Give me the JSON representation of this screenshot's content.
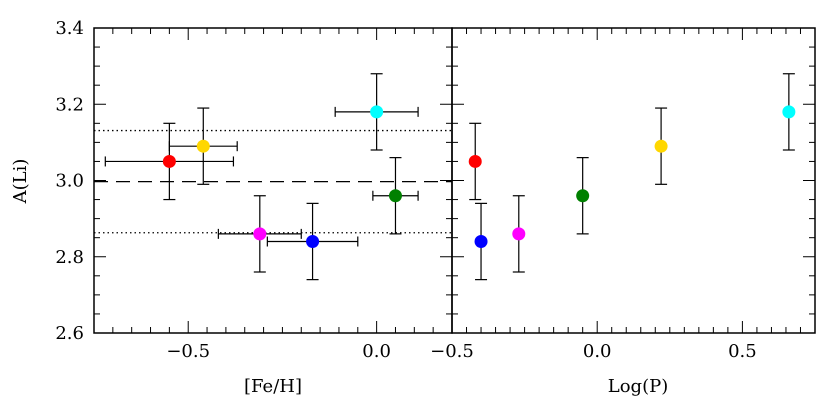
{
  "chart_data": [
    {
      "type": "scatter",
      "xlabel": "[Fe/H]",
      "ylabel": "A(Li)",
      "xlim": [
        -0.75,
        0.2
      ],
      "ylim": [
        2.6,
        3.4
      ],
      "x_ticks": [
        -0.5,
        0.0
      ],
      "x_tick_labels": [
        "−0.5",
        "0.0"
      ],
      "y_ticks": [
        2.6,
        2.8,
        3.0,
        3.2,
        3.4
      ],
      "y_tick_labels": [
        "2.6",
        "2.8",
        "3.0",
        "3.2",
        "3.4"
      ],
      "points": [
        {
          "x": -0.55,
          "y": 3.05,
          "xerr": 0.17,
          "yerr": 0.1,
          "color": "#ff0000"
        },
        {
          "x": -0.46,
          "y": 3.09,
          "xerr": 0.09,
          "yerr": 0.1,
          "color": "#ffd700"
        },
        {
          "x": -0.31,
          "y": 2.86,
          "xerr": 0.11,
          "yerr": 0.1,
          "color": "#ff00ff"
        },
        {
          "x": -0.17,
          "y": 2.84,
          "xerr": 0.12,
          "yerr": 0.1,
          "color": "#0000ff"
        },
        {
          "x": 0.0,
          "y": 3.18,
          "xerr": 0.11,
          "yerr": 0.1,
          "color": "#00ffff"
        },
        {
          "x": 0.05,
          "y": 2.96,
          "xerr": 0.06,
          "yerr": 0.1,
          "color": "#008000"
        }
      ],
      "hlines": [
        {
          "y": 2.997,
          "style": "dashed"
        },
        {
          "y": 3.131,
          "style": "dotted"
        },
        {
          "y": 2.863,
          "style": "dotted"
        }
      ],
      "grid": false
    },
    {
      "type": "scatter",
      "xlabel": "Log(P)",
      "ylabel": "",
      "xlim": [
        -0.5,
        0.75
      ],
      "ylim": [
        2.6,
        3.4
      ],
      "x_ticks": [
        -0.5,
        0.0,
        0.5
      ],
      "x_tick_labels": [
        "−0.5",
        "0.0",
        "0.5"
      ],
      "points": [
        {
          "x": -0.42,
          "y": 3.05,
          "yerr": 0.1,
          "color": "#ff0000"
        },
        {
          "x": -0.4,
          "y": 2.84,
          "yerr": 0.1,
          "color": "#0000ff"
        },
        {
          "x": -0.27,
          "y": 2.86,
          "yerr": 0.1,
          "color": "#ff00ff"
        },
        {
          "x": -0.05,
          "y": 2.96,
          "yerr": 0.1,
          "color": "#008000"
        },
        {
          "x": 0.22,
          "y": 3.09,
          "yerr": 0.1,
          "color": "#ffd700"
        },
        {
          "x": 0.66,
          "y": 3.18,
          "yerr": 0.1,
          "color": "#00ffff"
        }
      ],
      "grid": false
    }
  ]
}
